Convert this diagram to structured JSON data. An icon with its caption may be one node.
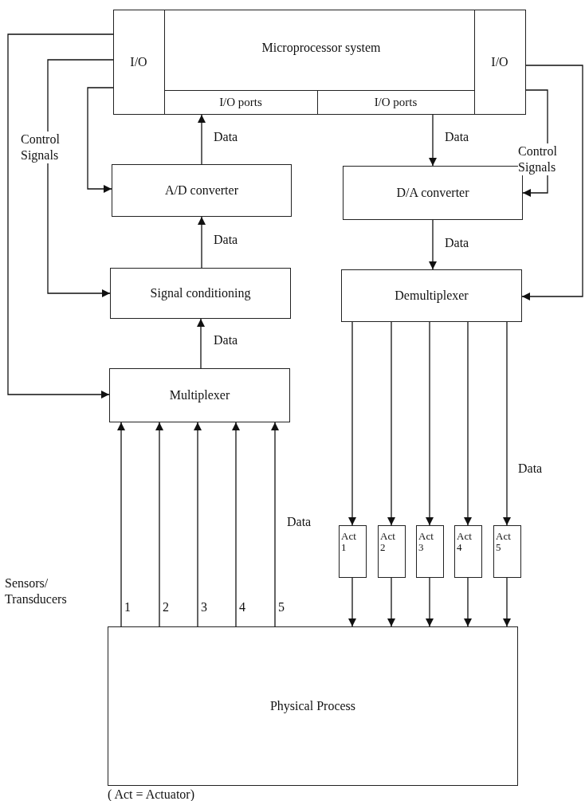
{
  "diagram": {
    "nodes": [
      {
        "text": [
          "Microprocessor system"
        ]
      },
      {
        "text": [
          "I/O"
        ],
        "in": 0
      },
      {
        "text": [
          "I/O"
        ],
        "in": 0
      },
      {
        "text": [
          "I/O ports"
        ],
        "in": 0
      },
      {
        "text": [
          "I/O ports"
        ],
        "in": 0
      },
      {
        "text": [
          "A/D converter"
        ]
      },
      {
        "text": [
          "D/A converter"
        ]
      },
      {
        "text": [
          "Signal conditioning"
        ]
      },
      {
        "text": [
          "Demultiplexer"
        ]
      },
      {
        "text": [
          "Multiplexer"
        ]
      },
      {
        "text": [
          "Act 1"
        ]
      },
      {
        "text": [
          "Act 2"
        ]
      },
      {
        "text": [
          "Act 3"
        ]
      },
      {
        "text": [
          "Act 4"
        ]
      },
      {
        "text": [
          "Act 5"
        ]
      },
      {
        "text": [
          "Physical Process"
        ]
      }
    ],
    "edges": [
      {
        "from": 5,
        "to": 3,
        "arrow": "to",
        "label": "Data"
      },
      {
        "from": 4,
        "to": 6,
        "arrow": "to",
        "label": "Data"
      },
      {
        "from": 7,
        "to": 5,
        "arrow": "to",
        "label": "Data"
      },
      {
        "from": 9,
        "to": 7,
        "arrow": "to",
        "label": "Data"
      },
      {
        "from": 6,
        "to": 8,
        "arrow": "to",
        "label": "Data"
      },
      {
        "from": 1,
        "to": 5,
        "arrow": "to"
      },
      {
        "from": 1,
        "to": 7,
        "arrow": "to"
      },
      {
        "from": 1,
        "to": 9,
        "arrow": "to"
      },
      {
        "from": 2,
        "to": 6,
        "arrow": "to"
      },
      {
        "from": 2,
        "to": 8,
        "arrow": "to"
      },
      {
        "from": 8,
        "to": 10,
        "arrow": "to"
      },
      {
        "from": 8,
        "to": 11,
        "arrow": "to"
      },
      {
        "from": 8,
        "to": 12,
        "arrow": "to"
      },
      {
        "from": 8,
        "to": 13,
        "arrow": "to"
      },
      {
        "from": 8,
        "to": 14,
        "arrow": "to"
      },
      {
        "from": 10,
        "to": 15,
        "arrow": "to"
      },
      {
        "from": 11,
        "to": 15,
        "arrow": "to"
      },
      {
        "from": 12,
        "to": 15,
        "arrow": "to"
      },
      {
        "from": 13,
        "to": 15,
        "arrow": "to"
      },
      {
        "from": 14,
        "to": 15,
        "arrow": "to"
      },
      {
        "from": 15,
        "to": 9,
        "arrow": "to"
      },
      {
        "from": 15,
        "to": 9,
        "arrow": "to"
      },
      {
        "from": 15,
        "to": 9,
        "arrow": "to"
      },
      {
        "from": 15,
        "to": 9,
        "arrow": "to"
      },
      {
        "from": 15,
        "to": 9,
        "arrow": "to"
      }
    ],
    "labels": [
      "Control Signals",
      "Control Signals",
      "Data",
      "Data",
      "Sensors/ Transducers",
      "1",
      "2",
      "3",
      "4",
      "5",
      "( Act = Actuator)"
    ]
  }
}
